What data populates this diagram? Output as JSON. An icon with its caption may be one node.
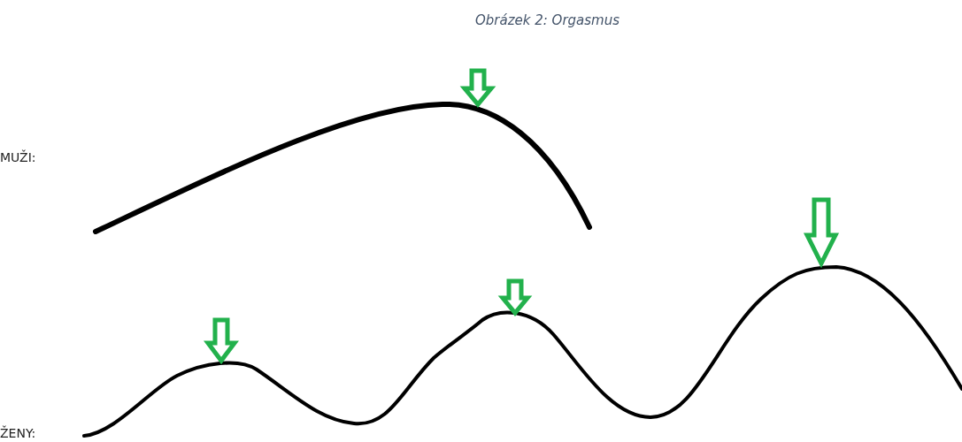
{
  "diagram": {
    "caption": "Obrázek 2: Orgasmus",
    "labels": [
      "MUŽI:",
      "ŽENY:"
    ]
  }
}
